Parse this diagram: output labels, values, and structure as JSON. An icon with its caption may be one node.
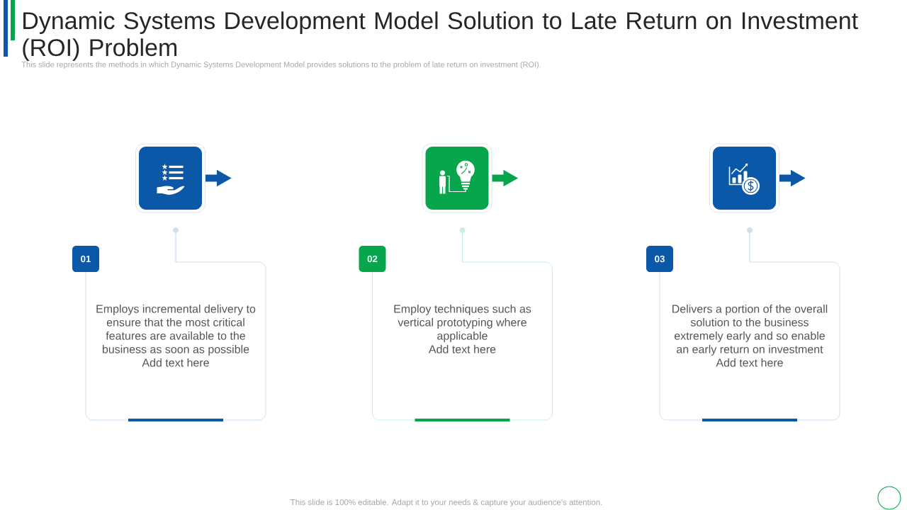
{
  "diagram": {
    "title": "Dynamic Systems Development Model Solution to Late Return on Investment (ROI) Problem",
    "nodes": [
      {
        "text": [],
        "shape": "picture"
      },
      {
        "text": [],
        "shape": "circle"
      },
      {
        "text": [
          "01"
        ]
      },
      {
        "text": [
          "Employs incremental delivery to ensure that the most critical features are available to the business as soon as possible",
          "Add text here"
        ]
      },
      {
        "text": [],
        "shape": "picture"
      },
      {
        "text": [],
        "shape": "circle"
      },
      {
        "text": [
          "02"
        ]
      },
      {
        "text": [
          "Employ techniques such as vertical prototyping where applicable",
          "Add text here"
        ]
      },
      {
        "text": [],
        "shape": "picture"
      },
      {
        "text": [],
        "shape": "circle"
      },
      {
        "text": [
          "03"
        ]
      },
      {
        "text": [
          "Delivers a portion of the overall solution to the business extremely early and so enable an early return on investment",
          "Add text here"
        ]
      }
    ],
    "edges": [
      {
        "from": 0,
        "to": null,
        "arrow": "to",
        "style": "thick",
        "color": "#0b57a8"
      },
      {
        "from": 1,
        "to": 3,
        "arrow": "none",
        "color": "#bcd8f2"
      },
      {
        "from": 4,
        "to": null,
        "arrow": "to",
        "style": "thick",
        "color": "#07a64d"
      },
      {
        "from": 5,
        "to": 7,
        "arrow": "none",
        "color": "#bdf0d6"
      },
      {
        "from": 8,
        "to": null,
        "arrow": "to",
        "style": "thick",
        "color": "#0b57a8"
      },
      {
        "from": 9,
        "to": 11,
        "arrow": "none",
        "color": "#bcd8f2"
      }
    ],
    "labels": [
      "This slide represents the methods in which Dynamic Systems Development Model provides solutions to the problem of late return on investment (ROI).",
      "This slide is 100% editable. Adapt it to your needs & capture your audience’s attention."
    ]
  }
}
